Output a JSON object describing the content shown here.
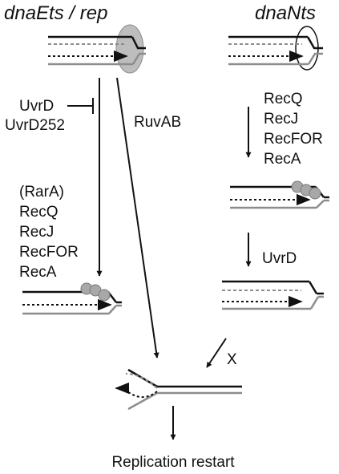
{
  "columns": {
    "left_title": "dnaEts / rep",
    "right_title": "dnaNts"
  },
  "left_path": {
    "inhibitor_labels": [
      "UvrD",
      "UvrD252"
    ],
    "enzymes": [
      "(RarA)",
      "RecQ",
      "RecJ",
      "RecFOR",
      "RecA"
    ],
    "ruvab_label": "RuvAB"
  },
  "right_path": {
    "enzymes": [
      "RecQ",
      "RecJ",
      "RecFOR",
      "RecA"
    ],
    "second_step_label": "UvrD",
    "blocked_label": "X"
  },
  "result": {
    "label": "Replication restart"
  },
  "colors": {
    "ink": "#111111",
    "gray_strand": "#8c8c8c",
    "protein_fill": "#a8a8a8",
    "protein_stroke": "#777777"
  }
}
